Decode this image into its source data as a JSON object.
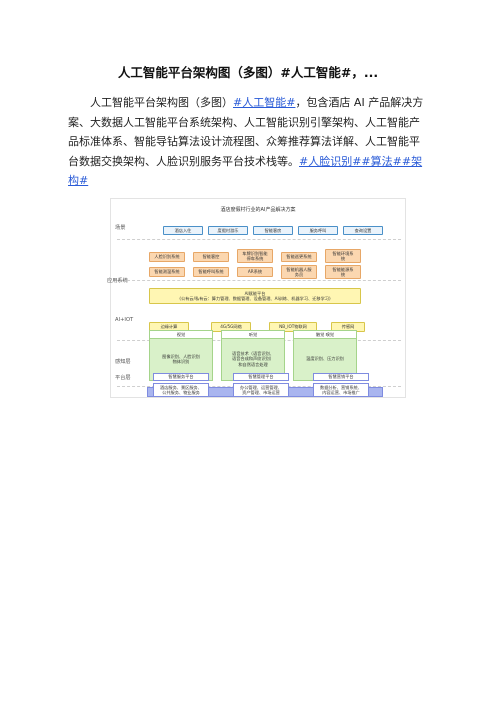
{
  "title": "人工智能平台架构图（多图）#人工智能#，...",
  "intro": {
    "text_1": "人工智能平台架构图（多图）",
    "link_1": "#人工智能#",
    "text_2": "，包含酒店 AI 产品解决方案、大数据人工智能平台系统架构、人工智能识别引擎架构、人工智能产品标准体系、智能导钻算法设计流程图、众筹推荐算法详解、人工智能平台数据交换架构、人脸识别服务平台技术栈等。",
    "link_2": "#人脸识别##算法##架构#"
  },
  "diagram": {
    "title": "酒店度假村行业的AI产品解决方案",
    "sections": {
      "scene": "场景",
      "app": "应用系统",
      "aiot": "AI+IOT",
      "perception": "感知层",
      "platform": "平台层"
    },
    "scene_items": [
      "酒店入住",
      "度假村游乐",
      "智能客房",
      "服务呼叫",
      "查询设置"
    ],
    "app_items": [
      "人脸识别系统",
      "智能客控",
      "车牌识别智能\n停车系统",
      "智能巡更系统",
      "智能环境系\n统",
      "智能测温系统",
      "智能呼叫系统",
      "AR系统",
      "智能机器人服\n务员",
      "智能能源系\n统"
    ],
    "aiot_platform": "AI赋能平台\n(公有云/私有云：算力管理、数据管理、设备管理、AI训练、机器学习、迁移学习)",
    "aiot_items": [
      "边缘计算",
      "4G/5G网络",
      "NB_IOT物联网",
      "传感网"
    ],
    "perception_cols": [
      {
        "head": "视觉",
        "body": "图像识别、人脸识别\n物体识别"
      },
      {
        "head": "听觉",
        "body": "语音技术（语音识别、\n语音合成和声纹识别）\n和自然语言处理"
      },
      {
        "head": "触觉 嗅觉",
        "body": "温度识别、压力识别"
      }
    ],
    "platform_cols": [
      {
        "head": "智慧服务平台",
        "body": "酒店服务、景区服务、\n公共服务、物业服务"
      },
      {
        "head": "智慧管理平台",
        "body": "办公管理、运营管理、\n资产管理、市场运营"
      },
      {
        "head": "智慧营销平台",
        "body": "数据分析、营销系统、\n内容运营、市场推广"
      }
    ]
  }
}
